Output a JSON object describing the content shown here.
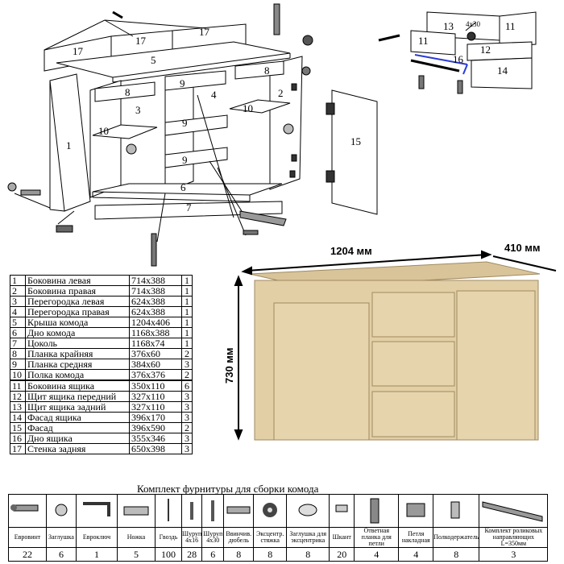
{
  "labels": {
    "width_dim": "1204 мм",
    "depth_dim": "410 мм",
    "height_dim": "730 мм"
  },
  "exploded_numbers": [
    "17",
    "17",
    "17",
    "5",
    "8",
    "9",
    "8",
    "3",
    "4",
    "2",
    "10",
    "10",
    "1",
    "9",
    "9",
    "6",
    "7",
    "15"
  ],
  "drawer_numbers": [
    "13",
    "11",
    "11",
    "12",
    "16",
    "14"
  ],
  "drawer_dim": "4x30",
  "parts": [
    {
      "n": "1",
      "name": "Боковина левая",
      "size": "714x388",
      "q": "1"
    },
    {
      "n": "2",
      "name": "Боковина правая",
      "size": "714x388",
      "q": "1"
    },
    {
      "n": "3",
      "name": "Перегородка левая",
      "size": "624x388",
      "q": "1"
    },
    {
      "n": "4",
      "name": "Перегородка правая",
      "size": "624x388",
      "q": "1"
    },
    {
      "n": "5",
      "name": "Крыша комода",
      "size": "1204x406",
      "q": "1"
    },
    {
      "n": "6",
      "name": "Дно комода",
      "size": "1168x388",
      "q": "1"
    },
    {
      "n": "7",
      "name": "Цоколь",
      "size": "1168x74",
      "q": "1"
    },
    {
      "n": "8",
      "name": "Планка крайняя",
      "size": "376x60",
      "q": "2"
    },
    {
      "n": "9",
      "name": "Планка средняя",
      "size": "384x60",
      "q": "3"
    },
    {
      "n": "10",
      "name": "Полка комода",
      "size": "376x376",
      "q": "2"
    },
    {
      "n": "11",
      "name": "Боковина ящика",
      "size": "350x110",
      "q": "6"
    },
    {
      "n": "12",
      "name": "Щит ящика передний",
      "size": "327x110",
      "q": "3"
    },
    {
      "n": "13",
      "name": "Щит ящика задний",
      "size": "327x110",
      "q": "3"
    },
    {
      "n": "14",
      "name": "Фасад ящика",
      "size": "396x170",
      "q": "3"
    },
    {
      "n": "15",
      "name": "Фасад",
      "size": "396x590",
      "q": "2"
    },
    {
      "n": "16",
      "name": "Дно ящика",
      "size": "355x346",
      "q": "3"
    },
    {
      "n": "17",
      "name": "Стенка задняя",
      "size": "650x398",
      "q": "3"
    }
  ],
  "hardware_title": "Комплект фурнитуры для сборки комода",
  "hardware": [
    {
      "icon": "eurovint-screw-icon",
      "name": "Евровинт",
      "q": "22"
    },
    {
      "icon": "cap-icon",
      "name": "Заглушка",
      "q": "6"
    },
    {
      "icon": "hex-key-icon",
      "name": "Евроключ",
      "q": "1"
    },
    {
      "icon": "leg-icon",
      "name": "Ножка",
      "q": "5"
    },
    {
      "icon": "nail-icon",
      "name": "Гвоздь",
      "q": "100"
    },
    {
      "icon": "screw-4x16-icon",
      "name": "Шуруп 4x16",
      "q": "28"
    },
    {
      "icon": "screw-4x30-icon",
      "name": "Шуруп 4x30",
      "q": "6"
    },
    {
      "icon": "dowel-icon",
      "name": "Ввинчив. дюбель",
      "q": "8"
    },
    {
      "icon": "cam-lock-icon",
      "name": "Эксцентр. стяжка",
      "q": "8"
    },
    {
      "icon": "cam-cap-icon",
      "name": "Заглушка для эксцентрика",
      "q": "8"
    },
    {
      "icon": "wood-dowel-icon",
      "name": "Шкант",
      "q": "20"
    },
    {
      "icon": "hinge-plate-icon",
      "name": "Ответная планка для петли",
      "q": "4"
    },
    {
      "icon": "hinge-icon",
      "name": "Петля накладная",
      "q": "4"
    },
    {
      "icon": "shelf-support-icon",
      "name": "Полкодержатель",
      "q": "8"
    },
    {
      "icon": "drawer-runner-icon",
      "name": "Комплект роликовых направляющих L=350мм",
      "q": "3"
    }
  ]
}
